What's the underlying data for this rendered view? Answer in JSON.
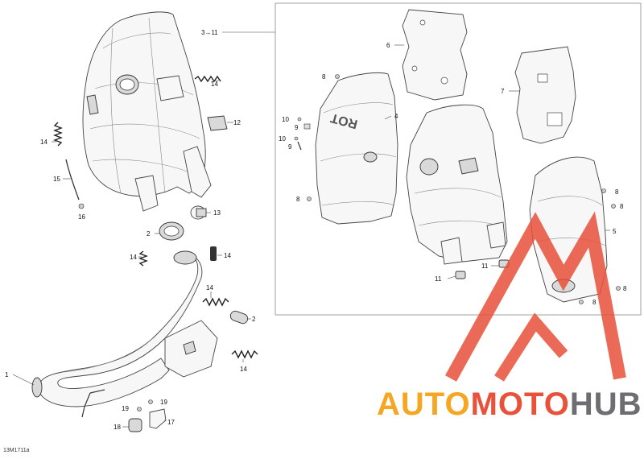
{
  "diagram": {
    "code": "13M1711a",
    "callouts": [
      {
        "id": "c-3-11",
        "text": "3→11"
      },
      {
        "id": "c-14-a",
        "text": "14"
      },
      {
        "id": "c-12",
        "text": "12"
      },
      {
        "id": "c-14-b",
        "text": "14"
      },
      {
        "id": "c-15",
        "text": "15"
      },
      {
        "id": "c-16",
        "text": "16"
      },
      {
        "id": "c-13",
        "text": "13"
      },
      {
        "id": "c-2-a",
        "text": "2"
      },
      {
        "id": "c-14-c",
        "text": "14"
      },
      {
        "id": "c-14-d",
        "text": "14"
      },
      {
        "id": "c-14-e",
        "text": "14"
      },
      {
        "id": "c-2-b",
        "text": "2"
      },
      {
        "id": "c-14-f",
        "text": "14"
      },
      {
        "id": "c-1",
        "text": "1"
      },
      {
        "id": "c-19-a",
        "text": "19"
      },
      {
        "id": "c-19-b",
        "text": "19"
      },
      {
        "id": "c-18",
        "text": "18"
      },
      {
        "id": "c-17",
        "text": "17"
      },
      {
        "id": "c-6",
        "text": "6"
      },
      {
        "id": "c-7",
        "text": "7"
      },
      {
        "id": "c-8-a",
        "text": "8"
      },
      {
        "id": "c-4",
        "text": "4"
      },
      {
        "id": "c-10-a",
        "text": "10"
      },
      {
        "id": "c-9-a",
        "text": "9"
      },
      {
        "id": "c-10-b",
        "text": "10"
      },
      {
        "id": "c-9-b",
        "text": "9"
      },
      {
        "id": "c-8-b",
        "text": "8"
      },
      {
        "id": "c-8-c",
        "text": "8"
      },
      {
        "id": "c-8-d",
        "text": "8"
      },
      {
        "id": "c-5",
        "text": "5"
      },
      {
        "id": "c-11-a",
        "text": "11"
      },
      {
        "id": "c-11-b",
        "text": "11"
      },
      {
        "id": "c-8-e",
        "text": "8"
      },
      {
        "id": "c-8-f",
        "text": "8"
      }
    ],
    "embossed_text": "ROT"
  },
  "watermark": {
    "auto": "AUTO",
    "moto": "MOTO",
    "hub": "HUB",
    "colors": {
      "auto": "#f5a623",
      "moto": "#e8513a",
      "hub": "#6d6e71",
      "logo": "#e8513a"
    }
  }
}
